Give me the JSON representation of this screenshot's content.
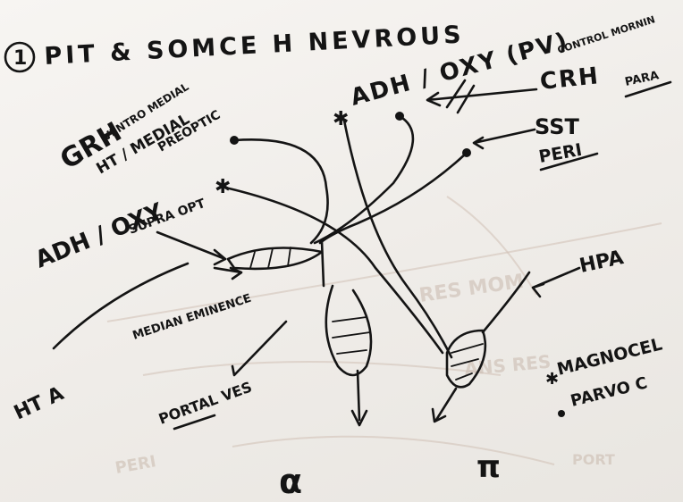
{
  "title": "PIT & SOMCE H NEVROUS",
  "title_number": "1",
  "labels": {
    "adh_oxy_pv": "ADH / OXY (PV)",
    "crh": "CRH",
    "crh_note": "CONTROL MORNIN",
    "para": "PARA",
    "sst": "SST",
    "peri": "PERI",
    "grh": "GRH",
    "grh_note_1": "VENTRO MEDIAL",
    "grh_note_2": "HT / MEDIAL",
    "preoptic": "PREOPTIC",
    "adh_oxy_left": "ADH / OXY",
    "supra": "SUPRA OPT",
    "hpa": "HPA",
    "magnocel": "MAGNOCEL",
    "parvo": "PARVO C",
    "median_eminence": "MEDIAN EMINENCE",
    "portal_ves": "PORTAL VES",
    "alpha": "α",
    "pi": "π",
    "ht_a": "HT A"
  },
  "colors": {
    "ink": "#141414",
    "paper": "#f3f1ee",
    "bleed": "#c9b9ad"
  }
}
